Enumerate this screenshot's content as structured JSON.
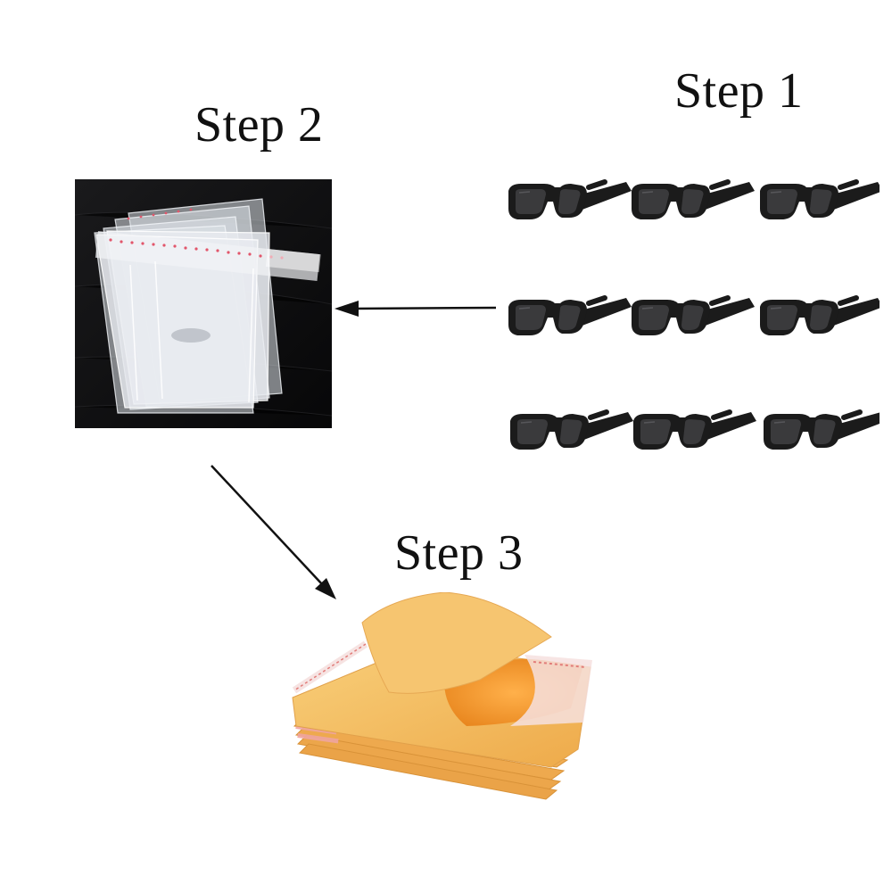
{
  "steps": [
    {
      "label": "Step 1",
      "item": "sunglasses",
      "count": 9
    },
    {
      "label": "Step 2",
      "item": "clear self-seal bags"
    },
    {
      "label": "Step 3",
      "item": "kraft bubble mailers"
    }
  ],
  "colors": {
    "background": "#ffffff",
    "text": "#111111",
    "arrow": "#111111",
    "bag_panel_bg": "#0e0e10",
    "sunglass_frame": "#1b1b1b",
    "mailer_kraft": "#f2b65a",
    "mailer_inner": "#f59a2c",
    "seal_strip": "#f4c6c4"
  },
  "icons": [
    "sunglasses-icon",
    "clear-bag-stack-image",
    "bubble-mailer-stack-image",
    "arrow-left-icon",
    "arrow-down-right-icon"
  ]
}
